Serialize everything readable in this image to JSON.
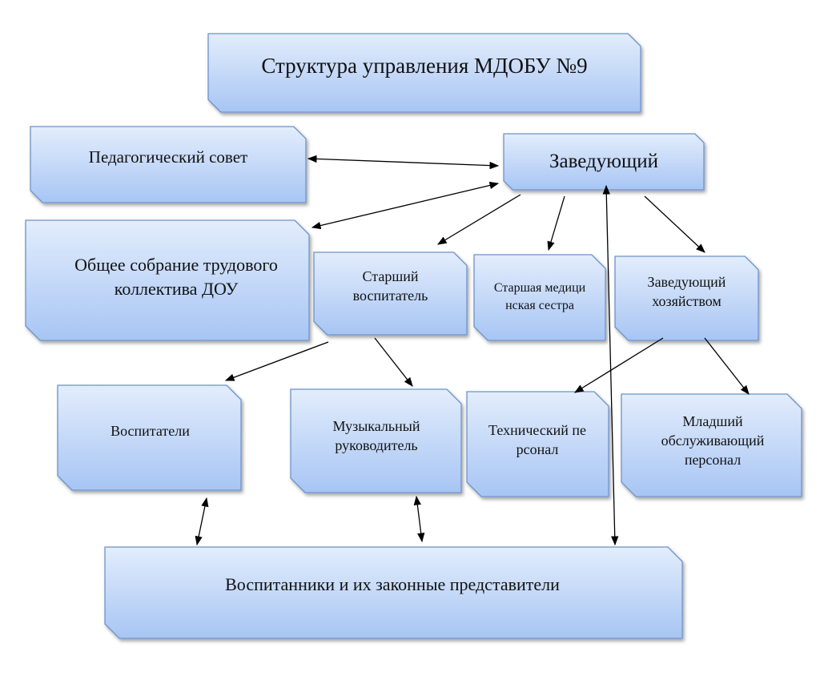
{
  "title": "Структура управления МДОБУ №9",
  "nodes": {
    "ped_council": "Педагогический совет",
    "head": "Заведующий",
    "general_meeting": "Общее собрание трудового коллектива ДОУ",
    "senior_teacher": "Старший воспитатель",
    "senior_nurse": "Старшая медицинская сестра",
    "supply_manager": "Заведующий хозяйством",
    "teachers": "Воспитатели",
    "music_director": "Музыкальный руководитель",
    "tech_staff": "Технический персонал",
    "junior_staff": "Младший обслуживающий персонал",
    "pupils": "Воспитанники и их законные представители"
  },
  "colors": {
    "fill_top": "#e3edfc",
    "fill_bottom": "#a7c5f4",
    "border": "#6e93c9",
    "arrow": "#000000"
  }
}
